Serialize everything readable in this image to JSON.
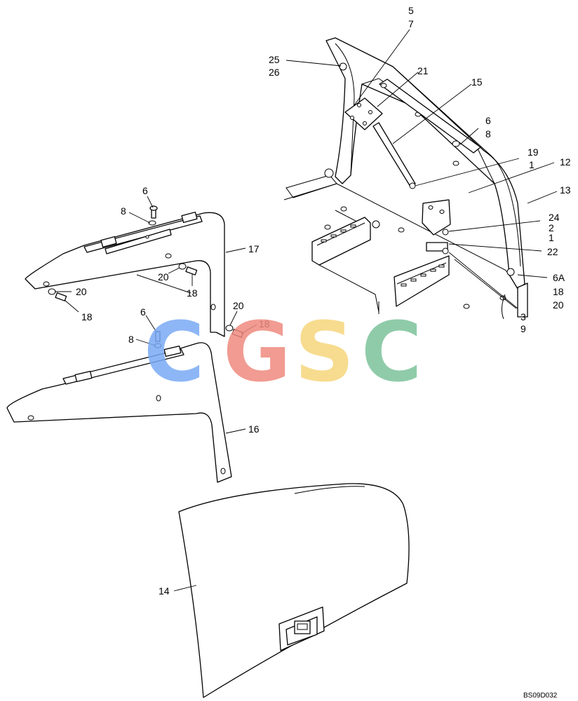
{
  "figure_code": "BS09D032",
  "watermark": {
    "letters": [
      "C",
      "G",
      "S",
      "C"
    ],
    "colors": [
      "#7aaaf5",
      "#ef8a80",
      "#f6d77c",
      "#7cc29b"
    ]
  },
  "callouts": {
    "c5": "5",
    "c7": "7",
    "c25": "25",
    "c26": "26",
    "c21": "21",
    "c15": "15",
    "c6_top": "6",
    "c8_top": "8",
    "c19": "19",
    "c1_a": "1",
    "c12": "12",
    "c13": "13",
    "c24": "24",
    "c2": "2",
    "c1_b": "1",
    "c22": "22",
    "c6A": "6A",
    "c18_right": "18",
    "c20_right": "20",
    "c3": "3",
    "c9": "9",
    "c6_left": "6",
    "c8_left": "8",
    "c17": "17",
    "c20_l1": "20",
    "c18_l1": "18",
    "c20_l2": "20",
    "c18_l2": "18",
    "c20_mid": "20",
    "c18_mid": "18",
    "c6_mid": "6",
    "c8_mid": "8",
    "c16": "16",
    "c14": "14"
  }
}
